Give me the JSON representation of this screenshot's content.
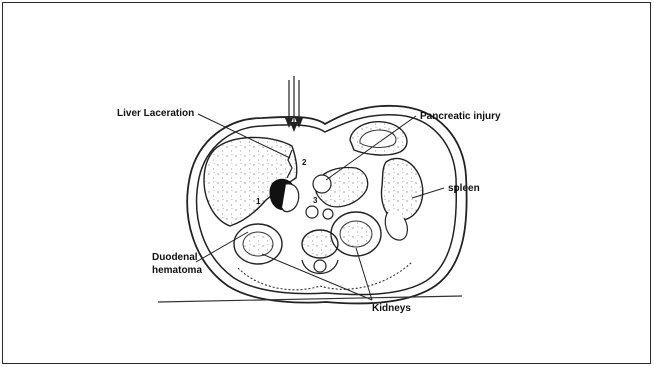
{
  "figure": {
    "labels": {
      "liver_laceration": "Liver Laceration",
      "pancreatic_injury": "Pancreatic injury",
      "spleen": "spleen",
      "duodenal_line1": "Duodenal",
      "duodenal_line2": "hematoma",
      "kidneys": "Kidneys"
    },
    "markers": {
      "m1": "1",
      "m2": "2",
      "m3": "3"
    },
    "colors": {
      "outline": "#222222",
      "hematoma": "#111111",
      "background": "#ffffff"
    }
  }
}
